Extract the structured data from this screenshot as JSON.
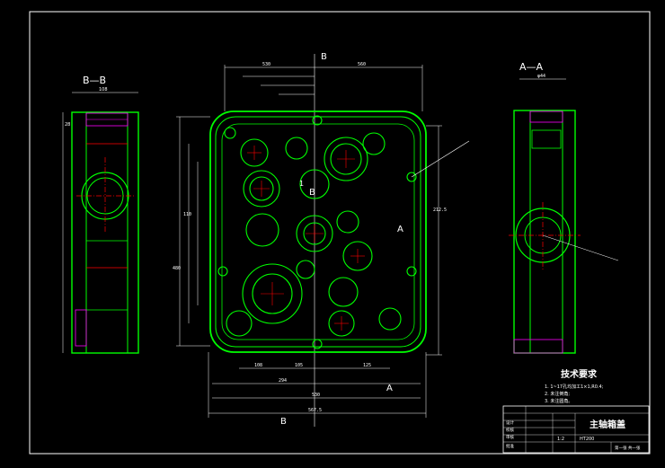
{
  "views": {
    "left_section_label": "B—B",
    "right_section_label": "A—A",
    "main_cut_b": "B",
    "main_cut_a": "A",
    "hole_tag_b": "B",
    "hole_tag_1": "1"
  },
  "dimensions": {
    "top_left": "530",
    "top_right": "560",
    "overall_width": "530",
    "overall_outer": "567.5",
    "bottom_a": "108",
    "bottom_b": "105",
    "bottom_c": "125",
    "bottom_d": "294",
    "left_height": "480",
    "left_dim_2": "110",
    "right_dim": "212.5",
    "left_view_width": "108",
    "right_view_width": "φ44",
    "left_angle": "28"
  },
  "technical_requirements": {
    "title": "技术要求",
    "lines": [
      "1. 1~17孔均加工1×1,R0.4;",
      "2. 未注倒角;",
      "3. 未注圆角。"
    ]
  },
  "title_block": {
    "part_name": "主轴箱盖",
    "material": "HT200",
    "scale": "1:2",
    "sheet": "第一张 共一张",
    "cells": [
      "设计",
      "校核",
      "审核",
      "批准"
    ]
  },
  "colors": {
    "background": "#000000",
    "outline": "#00ff00",
    "centerline": "#ff0000",
    "dimension": "#ffffff",
    "hatch": "#ff00ff"
  }
}
